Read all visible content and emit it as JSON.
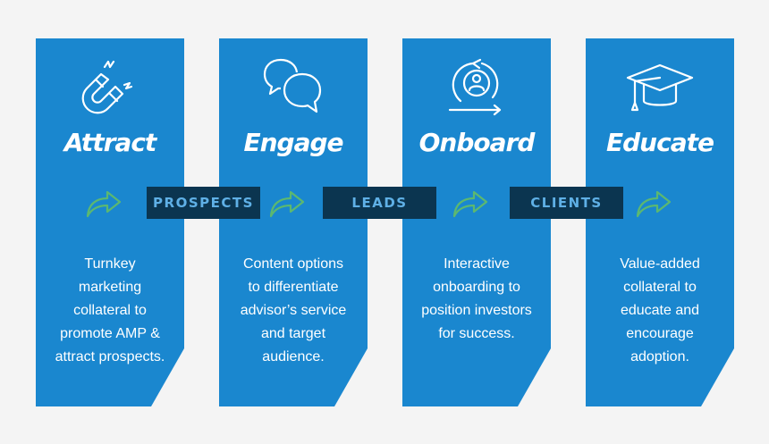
{
  "steps": [
    {
      "title": "Attract",
      "icon": "magnet-icon",
      "lines": [
        "Turnkey",
        "marketing",
        "collateral to",
        "promote AMP &",
        "attract prospects."
      ]
    },
    {
      "title": "Engage",
      "icon": "chat-bubbles-icon",
      "lines": [
        "Content options",
        "to differentiate",
        "advisor’s service",
        "and target",
        "audience."
      ]
    },
    {
      "title": "Onboard",
      "icon": "onboarding-cycle-icon",
      "lines": [
        "Interactive",
        "onboarding to",
        "position investors",
        "for success."
      ]
    },
    {
      "title": "Educate",
      "icon": "graduation-cap-icon",
      "lines": [
        "Value-added",
        "collateral to",
        "educate and",
        "encourage",
        "adoption."
      ]
    }
  ],
  "stages": [
    "PROSPECTS",
    "LEADS",
    "CLIENTS"
  ],
  "colors": {
    "card": "#1a87cf",
    "stage_bg": "#0b3550",
    "stage_text": "#5fb0e6",
    "arrow": "#5cb870",
    "background": "#f4f4f4"
  }
}
